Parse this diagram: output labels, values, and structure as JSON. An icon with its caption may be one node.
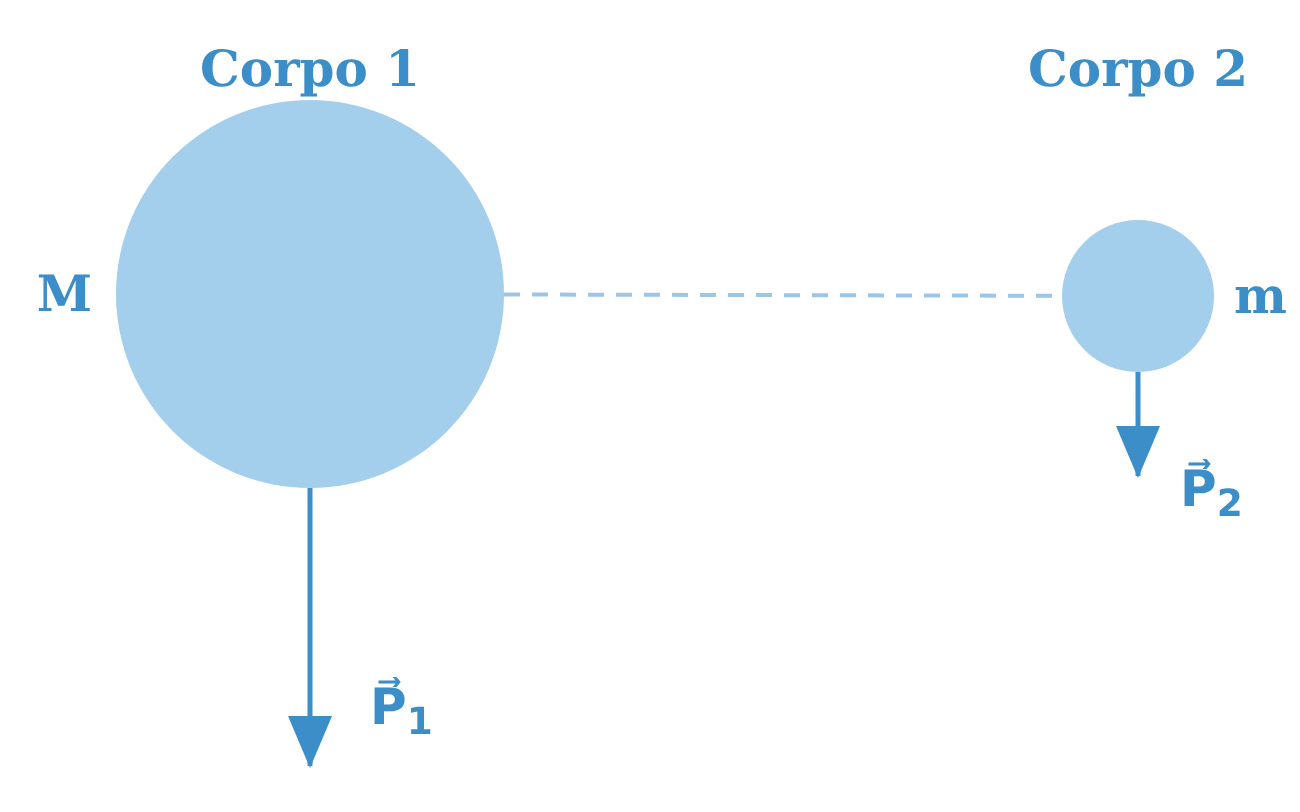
{
  "diagram": {
    "nodes": [
      {
        "text": [
          "Corpo 1"
        ],
        "beside": [
          "M"
        ]
      },
      {
        "text": [
          "Corpo 2"
        ],
        "beside": [
          "m"
        ]
      }
    ],
    "edges": [
      {
        "from": 0,
        "to": 1,
        "arrow": "none",
        "style": "dashed"
      }
    ],
    "labels": [
      "P⃗$_{1}$",
      "P⃗$_{2}$"
    ]
  }
}
